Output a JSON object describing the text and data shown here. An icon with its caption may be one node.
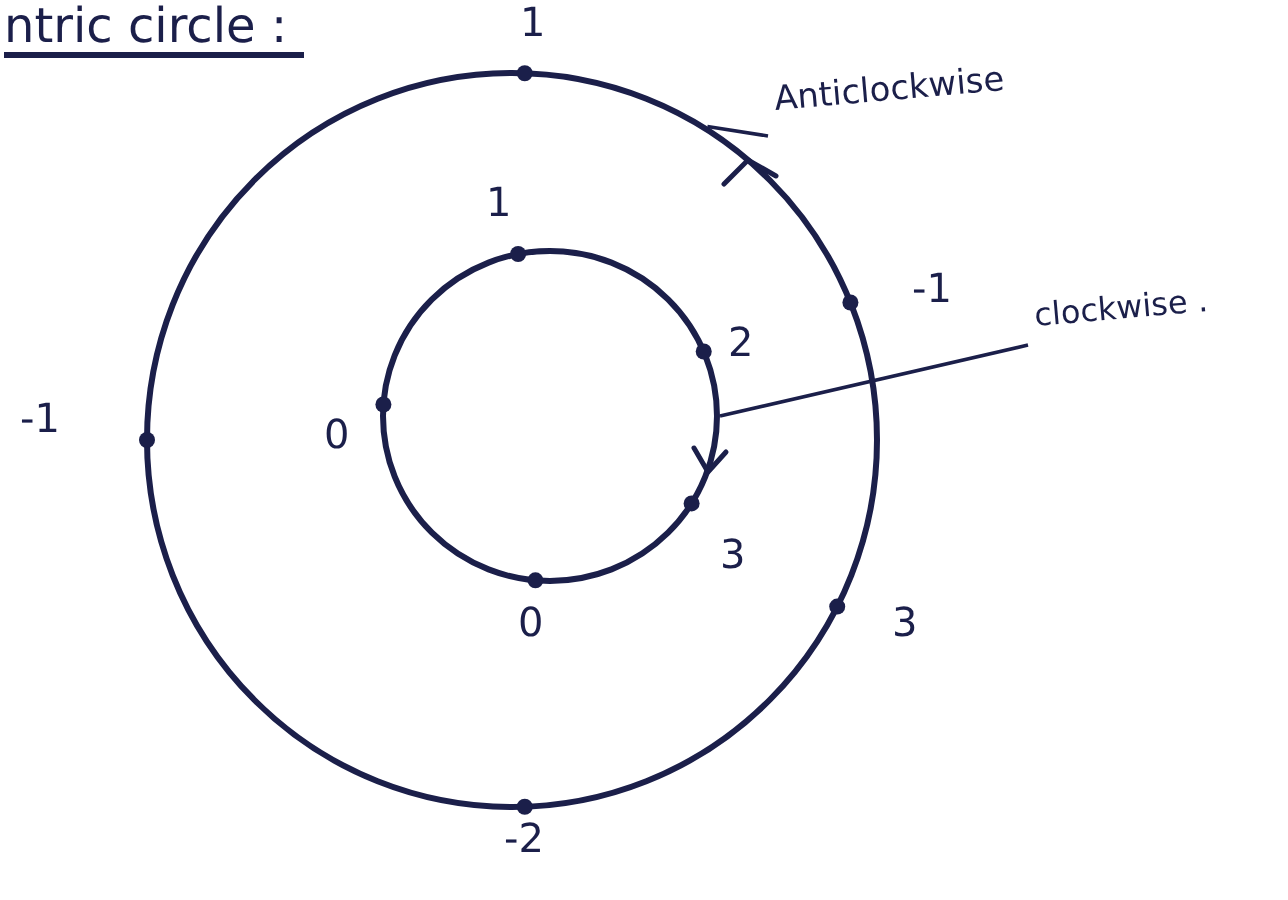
{
  "diagram": {
    "title": "ntric circle :",
    "nodes": [
      {
        "text": [
          "Anticlockwise"
        ]
      },
      {
        "text": [],
        "shape": "circle",
        "beside": [
          "1",
          "-1",
          "-1",
          "3",
          "-2"
        ]
      },
      {
        "text": [
          "clockwise ."
        ]
      },
      {
        "text": [],
        "shape": "circle",
        "in": 1,
        "beside": [
          "1",
          "2",
          "0",
          "3",
          "0"
        ]
      }
    ],
    "edges": [
      {
        "from": 0,
        "to": 1,
        "arrow": "none"
      },
      {
        "from": 2,
        "to": 3,
        "arrow": "none"
      }
    ]
  }
}
